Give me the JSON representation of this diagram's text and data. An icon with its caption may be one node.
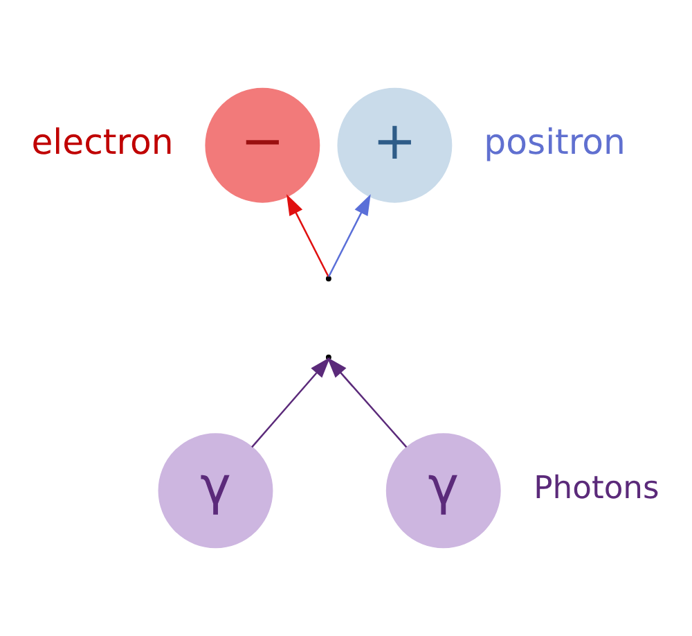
{
  "diagram": {
    "nodes": [
      {
        "text": [
          "−"
        ],
        "beside": [
          "electron"
        ]
      },
      {
        "text": [
          "+"
        ],
        "beside": [
          "positron"
        ]
      },
      {
        "text": [
          "γ"
        ]
      },
      {
        "text": [
          "γ"
        ]
      }
    ],
    "edges": [
      {
        "from": 2,
        "to": null,
        "arrow": "to",
        "color": "#5b2a7a"
      },
      {
        "from": 3,
        "to": null,
        "arrow": "to",
        "color": "#5b2a7a"
      },
      {
        "from": null,
        "to": 0,
        "arrow": "to",
        "color": "#e01010"
      },
      {
        "from": null,
        "to": 1,
        "arrow": "to",
        "color": "#5a6fd8"
      }
    ],
    "labels": [
      "Photons"
    ]
  }
}
